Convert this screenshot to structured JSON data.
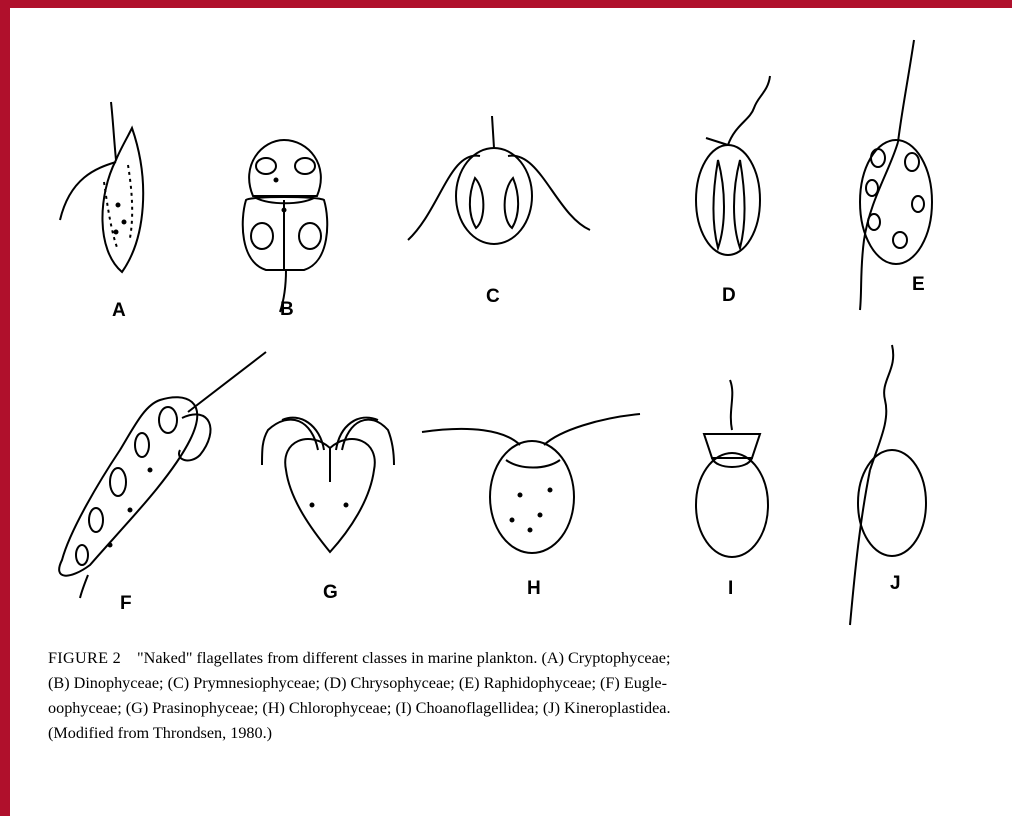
{
  "frame": {
    "color": "#b0102c"
  },
  "figure": {
    "labels": [
      "A",
      "B",
      "C",
      "D",
      "E",
      "F",
      "G",
      "H",
      "I",
      "J"
    ]
  },
  "caption": {
    "label": "FIGURE 2",
    "title": "\"Naked\" flagellates from different classes in marine plankton.",
    "line1": "(A) Cryptophyceae;",
    "line2": "(B) Dinophyceae; (C) Prymnesiophyceae; (D) Chrysophyceae; (E) Raphidophyceae; (F) Eugle-",
    "line3": "oophyceae; (G) Prasinophyceae; (H) Chlorophyceae; (I) Choanoflagellidea; (J) Kineroplastidea.",
    "line4": "(Modified from Throndsen, 1980.)"
  }
}
